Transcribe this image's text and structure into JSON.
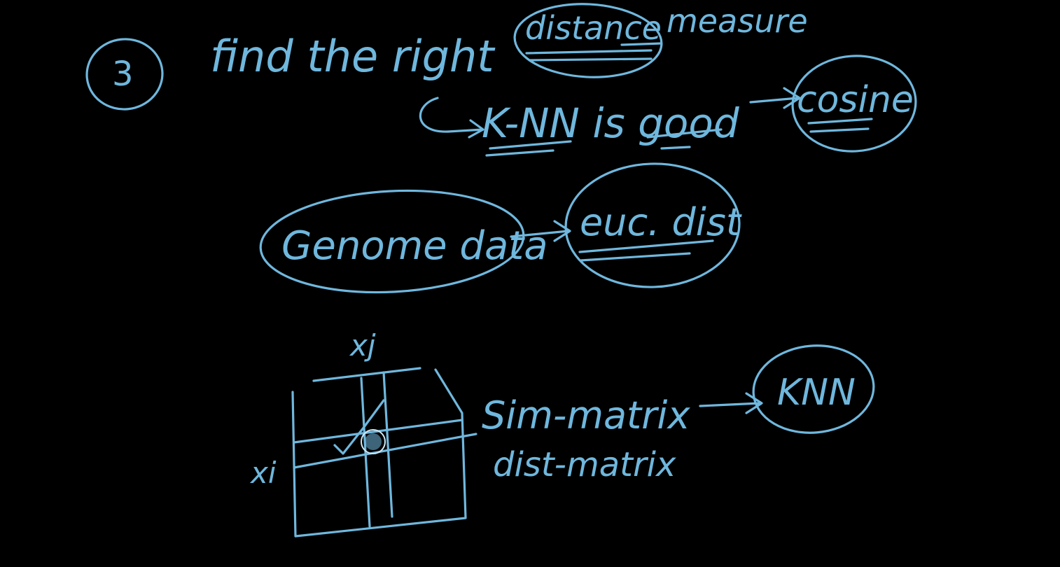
{
  "board": {
    "ink_color": "#6fb7dd",
    "background": "#000000"
  },
  "heading": {
    "number": "3",
    "text_before": "find the right",
    "circled_word": "distance",
    "text_after": "measure"
  },
  "row1": {
    "left": "K-NN is good",
    "right": "cosine"
  },
  "row2": {
    "left": "Genome data",
    "right": "euc. dist"
  },
  "matrix": {
    "col_label": "xj",
    "row_label": "xi",
    "label1": "Sim-matrix",
    "label2": "dist-matrix",
    "target": "KNN"
  }
}
